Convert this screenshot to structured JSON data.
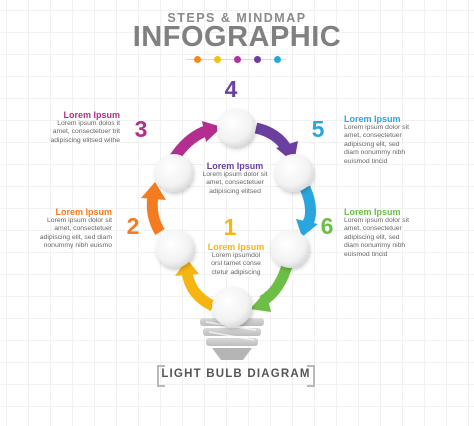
{
  "header": {
    "subtitle": "STEPS & MINDMAP",
    "title": "INFOGRAPHIC",
    "dot_colors": [
      "#f08a1e",
      "#f2c20c",
      "#b5309c",
      "#6a3fa0",
      "#2aa6df"
    ]
  },
  "steps": [
    {
      "number": "1",
      "color": "#f7b512",
      "title": "Lorem Ipsum",
      "lines": [
        "Lorem ipsumdol",
        "orsl tamet conse",
        "ctetur adipiscing"
      ]
    },
    {
      "number": "2",
      "color": "#f47b20",
      "title": "Lorem Ipsum",
      "lines": [
        "Lorem ipsum dolor sit",
        "amet, consectetuer",
        "adipiscing elit, sed diam",
        "nonummy nibh euismo"
      ]
    },
    {
      "number": "3",
      "color": "#b32e8f",
      "title": "Lorem Ipsum",
      "lines": [
        "Lorem ipsum dolos it",
        "amet, consectetuer trit",
        "adipiscing elitsed withe"
      ]
    },
    {
      "number": "4",
      "color": "#6a3fa0",
      "title": "Lorem Ipsum",
      "lines": [
        "Lorem ipsum dolor sit",
        "amet, consectetuer",
        "adipiscing elitsed"
      ]
    },
    {
      "number": "5",
      "color": "#2aa6df",
      "title": "Lorem Ipsum",
      "lines": [
        "Lorem ipsum dolor sit",
        "amet, consectetuer",
        "adipiscing elit, sed",
        "diam nonummy nibh",
        "euismod tincid"
      ]
    },
    {
      "number": "6",
      "color": "#6cbe45",
      "title": "Lorem Ipsum",
      "lines": [
        "Lorem ipsum dolor sit",
        "amet, consectetuer",
        "adipiscing elit, sed",
        "diam nonummy nibh",
        "euismod tincid"
      ]
    }
  ],
  "footer": {
    "label": "LIGHT BULB DIAGRAM"
  }
}
